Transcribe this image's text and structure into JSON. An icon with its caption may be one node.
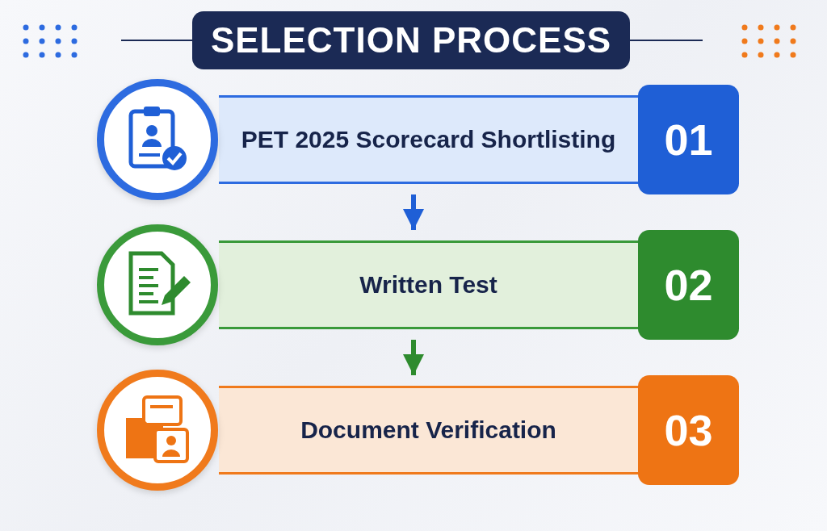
{
  "diagram": {
    "title": "SELECTION PROCESS",
    "nodes": [
      {
        "text": [
          "PET 2025 Scorecard Shortlisting",
          "01"
        ]
      },
      {
        "text": [
          "Written Test",
          "02"
        ]
      },
      {
        "text": [
          "Document Verification",
          "03"
        ]
      }
    ],
    "edges": [
      {
        "from": 0,
        "to": 1,
        "arrow": "to",
        "color": "#1f5fd6"
      },
      {
        "from": 1,
        "to": 2,
        "arrow": "to",
        "color": "#2e8b2e"
      }
    ]
  }
}
